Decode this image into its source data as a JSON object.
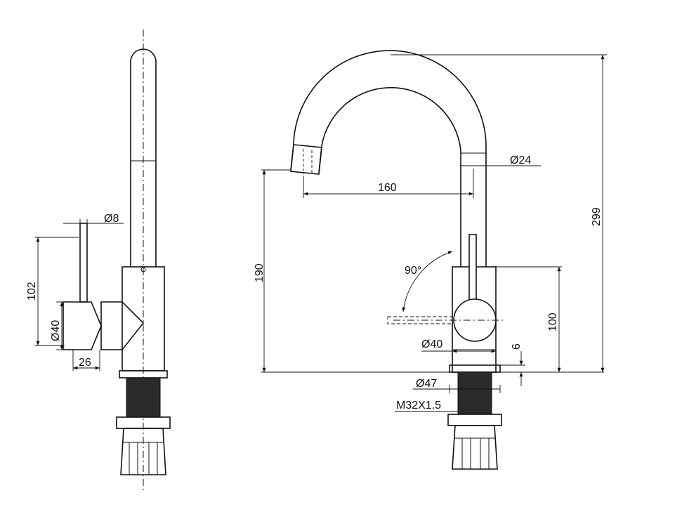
{
  "dimensions": {
    "side_pin_diameter": "Ø8",
    "side_handle_height": "102",
    "side_body_diameter": "Ø40",
    "side_width": "26",
    "spout_diameter": "Ø24",
    "reach": "160",
    "spout_height": "190",
    "swivel_angle": "90°",
    "total_height": "299",
    "body_height": "100",
    "body_diameter": "Ø40",
    "base_thickness": "6",
    "base_diameter": "Ø47",
    "thread_size": "M32X1.5"
  },
  "colors": {
    "line": "#111111",
    "thread": "#2a2a2a",
    "background": "#ffffff"
  }
}
